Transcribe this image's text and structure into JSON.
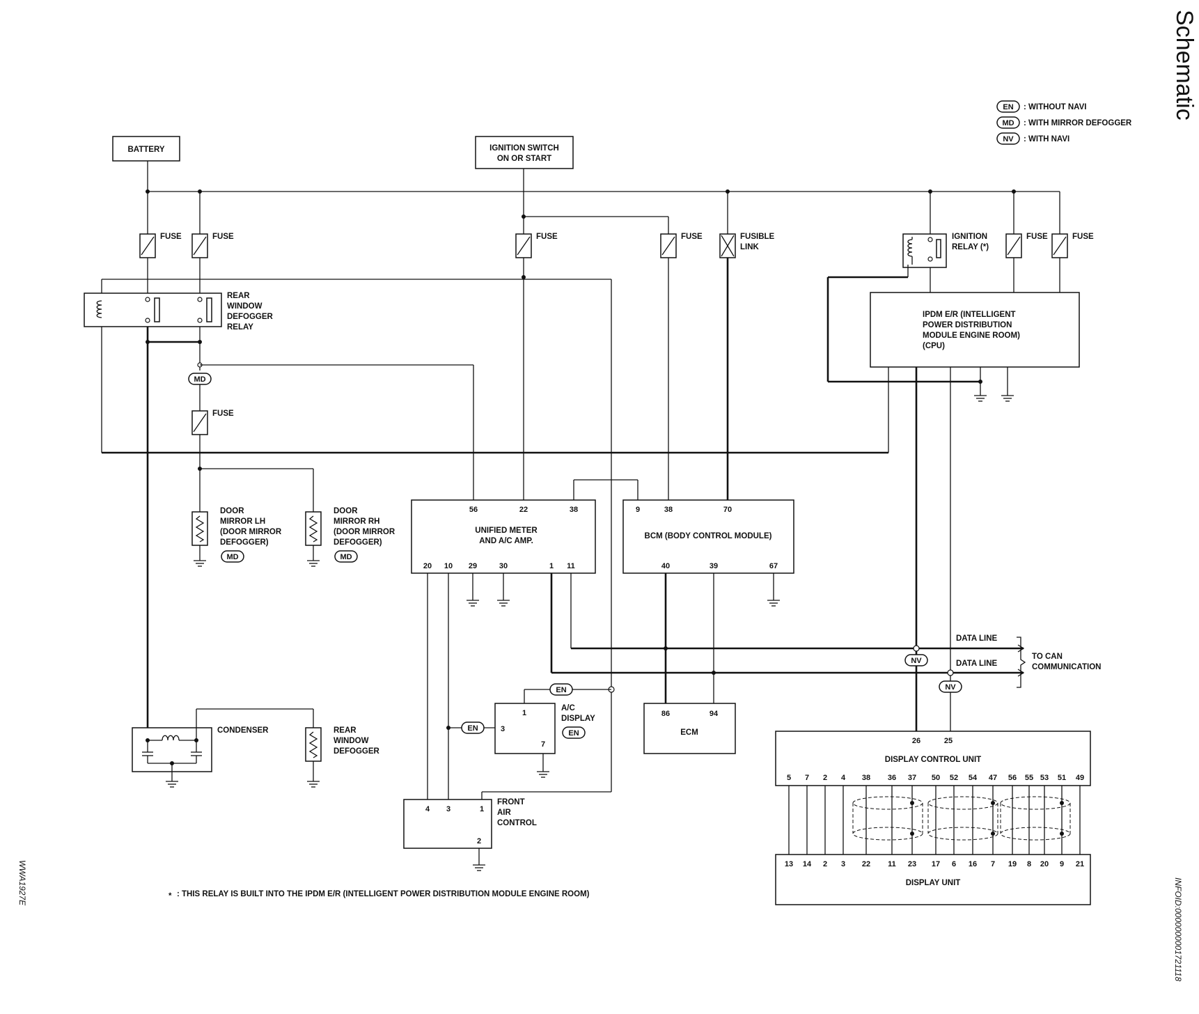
{
  "page": {
    "title": "Schematic",
    "side_code_left": "WWA1927E",
    "side_code_right": "INFOID:0000000001721118"
  },
  "legend": [
    {
      "code": "EN",
      "text": ": WITHOUT NAVI"
    },
    {
      "code": "MD",
      "text": ": WITH MIRROR DEFOGGER"
    },
    {
      "code": "NV",
      "text": ": WITH NAVI"
    }
  ],
  "footnote": {
    "mark": "*",
    "text": ": THIS RELAY IS BUILT INTO THE IPDM E/R (INTELLIGENT POWER DISTRIBUTION MODULE ENGINE ROOM)"
  },
  "labels": {
    "battery": "BATTERY",
    "ign_1": "IGNITION SWITCH",
    "ign_2": "ON OR START",
    "fuse": "FUSE",
    "fusible_1": "FUSIBLE",
    "fusible_2": "LINK",
    "ign_relay_1": "IGNITION",
    "ign_relay_2": "RELAY (*)",
    "rwd_relay": [
      "REAR",
      "WINDOW",
      "DEFOGGER",
      "RELAY"
    ],
    "ipdm": [
      "IPDM E/R (INTELLIGENT",
      "POWER DISTRIBUTION",
      "MODULE ENGINE ROOM)",
      "(CPU)"
    ],
    "mirror_lh": [
      "DOOR",
      "MIRROR LH",
      "(DOOR MIRROR",
      "DEFOGGER)"
    ],
    "mirror_rh": [
      "DOOR",
      "MIRROR RH",
      "(DOOR MIRROR",
      "DEFOGGER)"
    ],
    "meter": [
      "UNIFIED METER",
      "AND A/C AMP."
    ],
    "bcm": "BCM (BODY CONTROL MODULE)",
    "data_line": "DATA LINE",
    "to_can": [
      "TO CAN",
      "COMMUNICATION"
    ],
    "ac_display": [
      "A/C",
      "DISPLAY"
    ],
    "ecm": "ECM",
    "condenser": "CONDENSER",
    "rear_defogger": [
      "REAR",
      "WINDOW",
      "DEFOGGER"
    ],
    "front_air": [
      "FRONT",
      "AIR",
      "CONTROL"
    ],
    "dcu": "DISPLAY CONTROL UNIT",
    "du": "DISPLAY UNIT",
    "tag_md": "MD",
    "tag_en": "EN",
    "tag_nv": "NV"
  },
  "pins": {
    "meter_top": [
      "56",
      "22",
      "38"
    ],
    "meter_bottom": [
      "20",
      "10",
      "29",
      "30",
      "1",
      "11"
    ],
    "bcm_top": [
      "9",
      "38",
      "70"
    ],
    "bcm_bottom": [
      "40",
      "39",
      "67"
    ],
    "ac_display": [
      "1",
      "3",
      "7"
    ],
    "ecm": [
      "86",
      "94"
    ],
    "front_air": [
      "4",
      "3",
      "1",
      "2"
    ],
    "dcu_top": [
      "26",
      "25"
    ],
    "dcu_bottom": [
      "5",
      "7",
      "2",
      "4",
      "38",
      "36",
      "37",
      "50",
      "52",
      "54",
      "47",
      "56",
      "55",
      "53",
      "51",
      "49"
    ],
    "du_top": [
      "13",
      "14",
      "2",
      "3",
      "22",
      "11",
      "23",
      "17",
      "6",
      "16",
      "7",
      "19",
      "8",
      "20",
      "9",
      "21"
    ]
  }
}
